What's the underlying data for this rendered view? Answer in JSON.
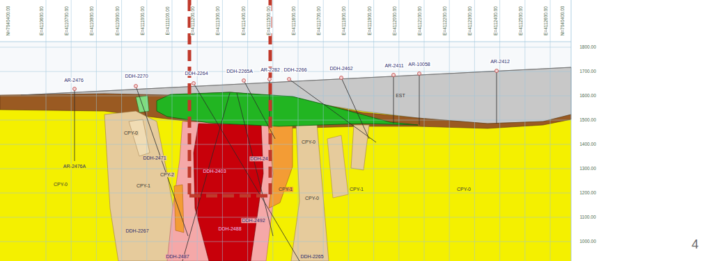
{
  "diagram": {
    "labels": [
      "N=7040400.00",
      "E=4110600.00",
      "E=4110700.00",
      "E=4110800.00",
      "E=4110900.00",
      "E=4111000.00",
      "E=4111100.00",
      "E=4111200.00",
      "E=4111300.00",
      "E=4111400.00",
      "E=4111500.00",
      "E=4111600.00",
      "E=4111700.00",
      "E=4111800.00",
      "E=4111900.00",
      "E=4112000.00",
      "E=4112100.00",
      "E=4112200.00",
      "E=4112300.00",
      "E=4112400.00",
      "E=4112500.00",
      "E=4112600.00",
      "N=7040400.00",
      "1800.00",
      "1700.00",
      "1600.00",
      "1500.00",
      "1400.00",
      "1300.00",
      "1200.00",
      "1100.00",
      "1000.00",
      "AR-2476",
      "DDH-2270",
      "DDH-2264",
      "DDH-2265A",
      "AR-2282",
      "DDH-2266",
      "DDH-2462",
      "AR-2411",
      "AR-10058",
      "AR-2412",
      "EST",
      "CPY-0",
      "AR-2476A",
      "DDH-2471",
      "CPY-2",
      "DDH-2403",
      "DDH-24",
      "CPY-0",
      "CPY-0",
      "CPY-1",
      "CPY-1",
      "CPY-0",
      "CPY-1",
      "CPY-0",
      "DDH-2267",
      "DDH-2488",
      "DDH-2492",
      "DDH-2487",
      "DDH-2265",
      "4"
    ]
  }
}
